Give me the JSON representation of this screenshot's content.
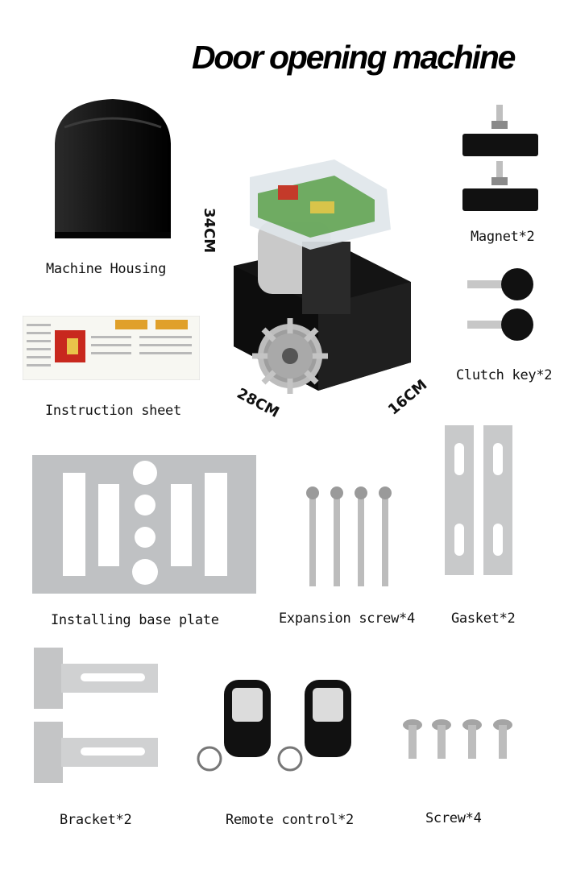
{
  "title": "Door opening machine",
  "dimensions": {
    "height": "34CM",
    "width": "28CM",
    "depth": "16CM"
  },
  "items": {
    "machine_housing": "Machine Housing",
    "magnet": "Magnet*2",
    "clutch_key": "Clutch key*2",
    "instruction_sheet": "Instruction sheet",
    "base_plate": "Installing base plate",
    "expansion_screw": "Expansion screw*4",
    "gasket": "Gasket*2",
    "bracket": "Bracket*2",
    "remote_control": "Remote control*2",
    "screw": "Screw*4"
  }
}
